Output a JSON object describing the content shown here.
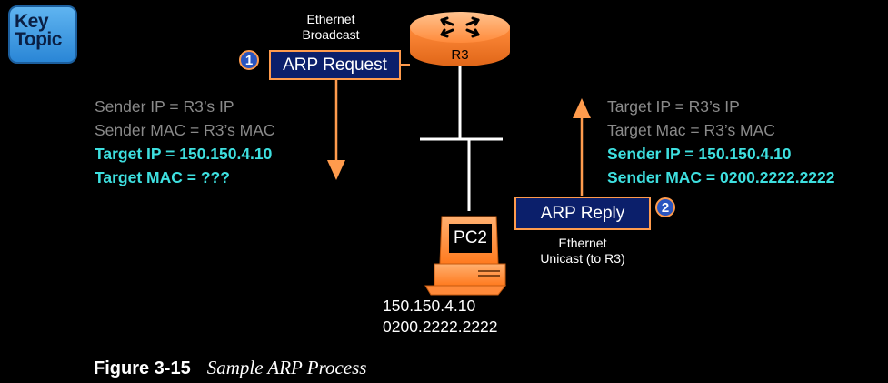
{
  "badge": {
    "line1": "Key",
    "line2": "Topic"
  },
  "router": {
    "label": "R3"
  },
  "request": {
    "step": "1",
    "label": "ARP Request",
    "frame_line1": "Ethernet",
    "frame_line2": "Broadcast",
    "fields": [
      {
        "text": "Sender IP = R3’s IP",
        "style": "gray"
      },
      {
        "text": "Sender MAC = R3’s MAC",
        "style": "gray"
      },
      {
        "text": "Target IP = 150.150.4.10",
        "style": "cyan"
      },
      {
        "text": "Target MAC = ???",
        "style": "cyan"
      }
    ]
  },
  "reply": {
    "step": "2",
    "label": "ARP Reply",
    "frame_line1": "Ethernet",
    "frame_line2": "Unicast (to R3)",
    "fields": [
      {
        "text": "Target IP = R3’s IP",
        "style": "gray"
      },
      {
        "text": "Target Mac = R3’s MAC",
        "style": "gray"
      },
      {
        "text": "Sender IP = 150.150.4.10",
        "style": "cyan"
      },
      {
        "text": "Sender MAC = 0200.2222.2222",
        "style": "cyan"
      }
    ]
  },
  "pc": {
    "label": "PC2",
    "ip": "150.150.4.10",
    "mac": "0200.2222.2222"
  },
  "caption": {
    "number": "Figure 3-15",
    "title": "Sample ARP Process"
  },
  "colors": {
    "orange": "#ff9b4d",
    "navy": "#0b1f6b",
    "cyan": "#3ee0e0",
    "gray": "#8a8a8a"
  }
}
